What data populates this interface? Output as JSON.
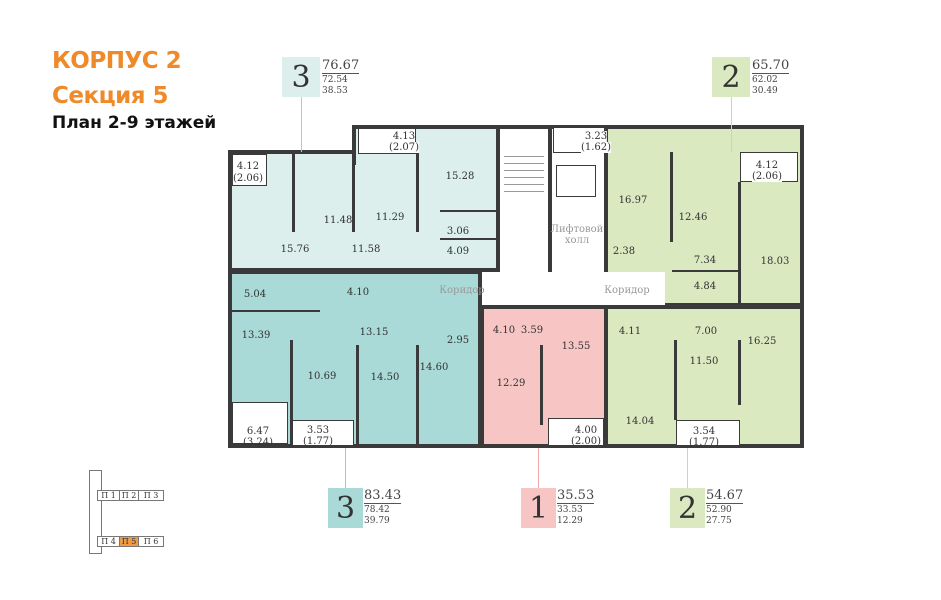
{
  "header": {
    "building": "КОРПУС 2",
    "section": "Секция 5",
    "plan": "План 2-9 этажей"
  },
  "colors": {
    "accent": "#ef8a2a",
    "apt3_top": "#dcefec",
    "apt3_bottom": "#a9dad7",
    "apt1": "#f8c5c5",
    "apt2": "#dbe9c0"
  },
  "apartments": [
    {
      "rooms": "3",
      "total": "76.67",
      "living_total": "72.54",
      "living": "38.53",
      "color": "#dcefec"
    },
    {
      "rooms": "2",
      "total": "65.70",
      "living_total": "62.02",
      "living": "30.49",
      "color": "#dbe9c0"
    },
    {
      "rooms": "3",
      "total": "83.43",
      "living_total": "78.42",
      "living": "39.79",
      "color": "#a9dad7"
    },
    {
      "rooms": "1",
      "total": "35.53",
      "living_total": "33.53",
      "living": "12.29",
      "color": "#f8c5c5"
    },
    {
      "rooms": "2",
      "total": "54.67",
      "living_total": "52.90",
      "living": "27.75",
      "color": "#dbe9c0"
    }
  ],
  "common": {
    "lift_hall_1": "Лифтовой",
    "lift_hall_2": "холл",
    "corridor_left": "Коридор",
    "corridor_right": "Коридор"
  },
  "room_areas": {
    "a1": [
      "4.12",
      "(2.06)",
      "4.13",
      "(2.07)",
      "15.28",
      "11.48",
      "11.29",
      "15.76",
      "11.58",
      "3.06",
      "4.09"
    ],
    "a2": [
      "3.23",
      "(1.62)",
      "16.97",
      "12.46",
      "4.12",
      "(2.06)",
      "2.38",
      "7.34",
      "18.03",
      "4.84"
    ],
    "a3": [
      "5.04",
      "4.10",
      "13.39",
      "13.15",
      "10.69",
      "14.50",
      "14.60",
      "2.95",
      "6.47",
      "(3.24)",
      "3.53",
      "(1.77)"
    ],
    "a4": [
      "4.10",
      "3.59",
      "13.55",
      "12.29",
      "4.00",
      "(2.00)"
    ],
    "a5": [
      "4.11",
      "7.00",
      "16.25",
      "11.50",
      "14.04",
      "3.54",
      "(1.77)"
    ]
  },
  "section_map": {
    "sections": [
      "П 1",
      "П 2",
      "П 3",
      "П 4",
      "П 5",
      "П 6"
    ],
    "selected": "П 5"
  }
}
